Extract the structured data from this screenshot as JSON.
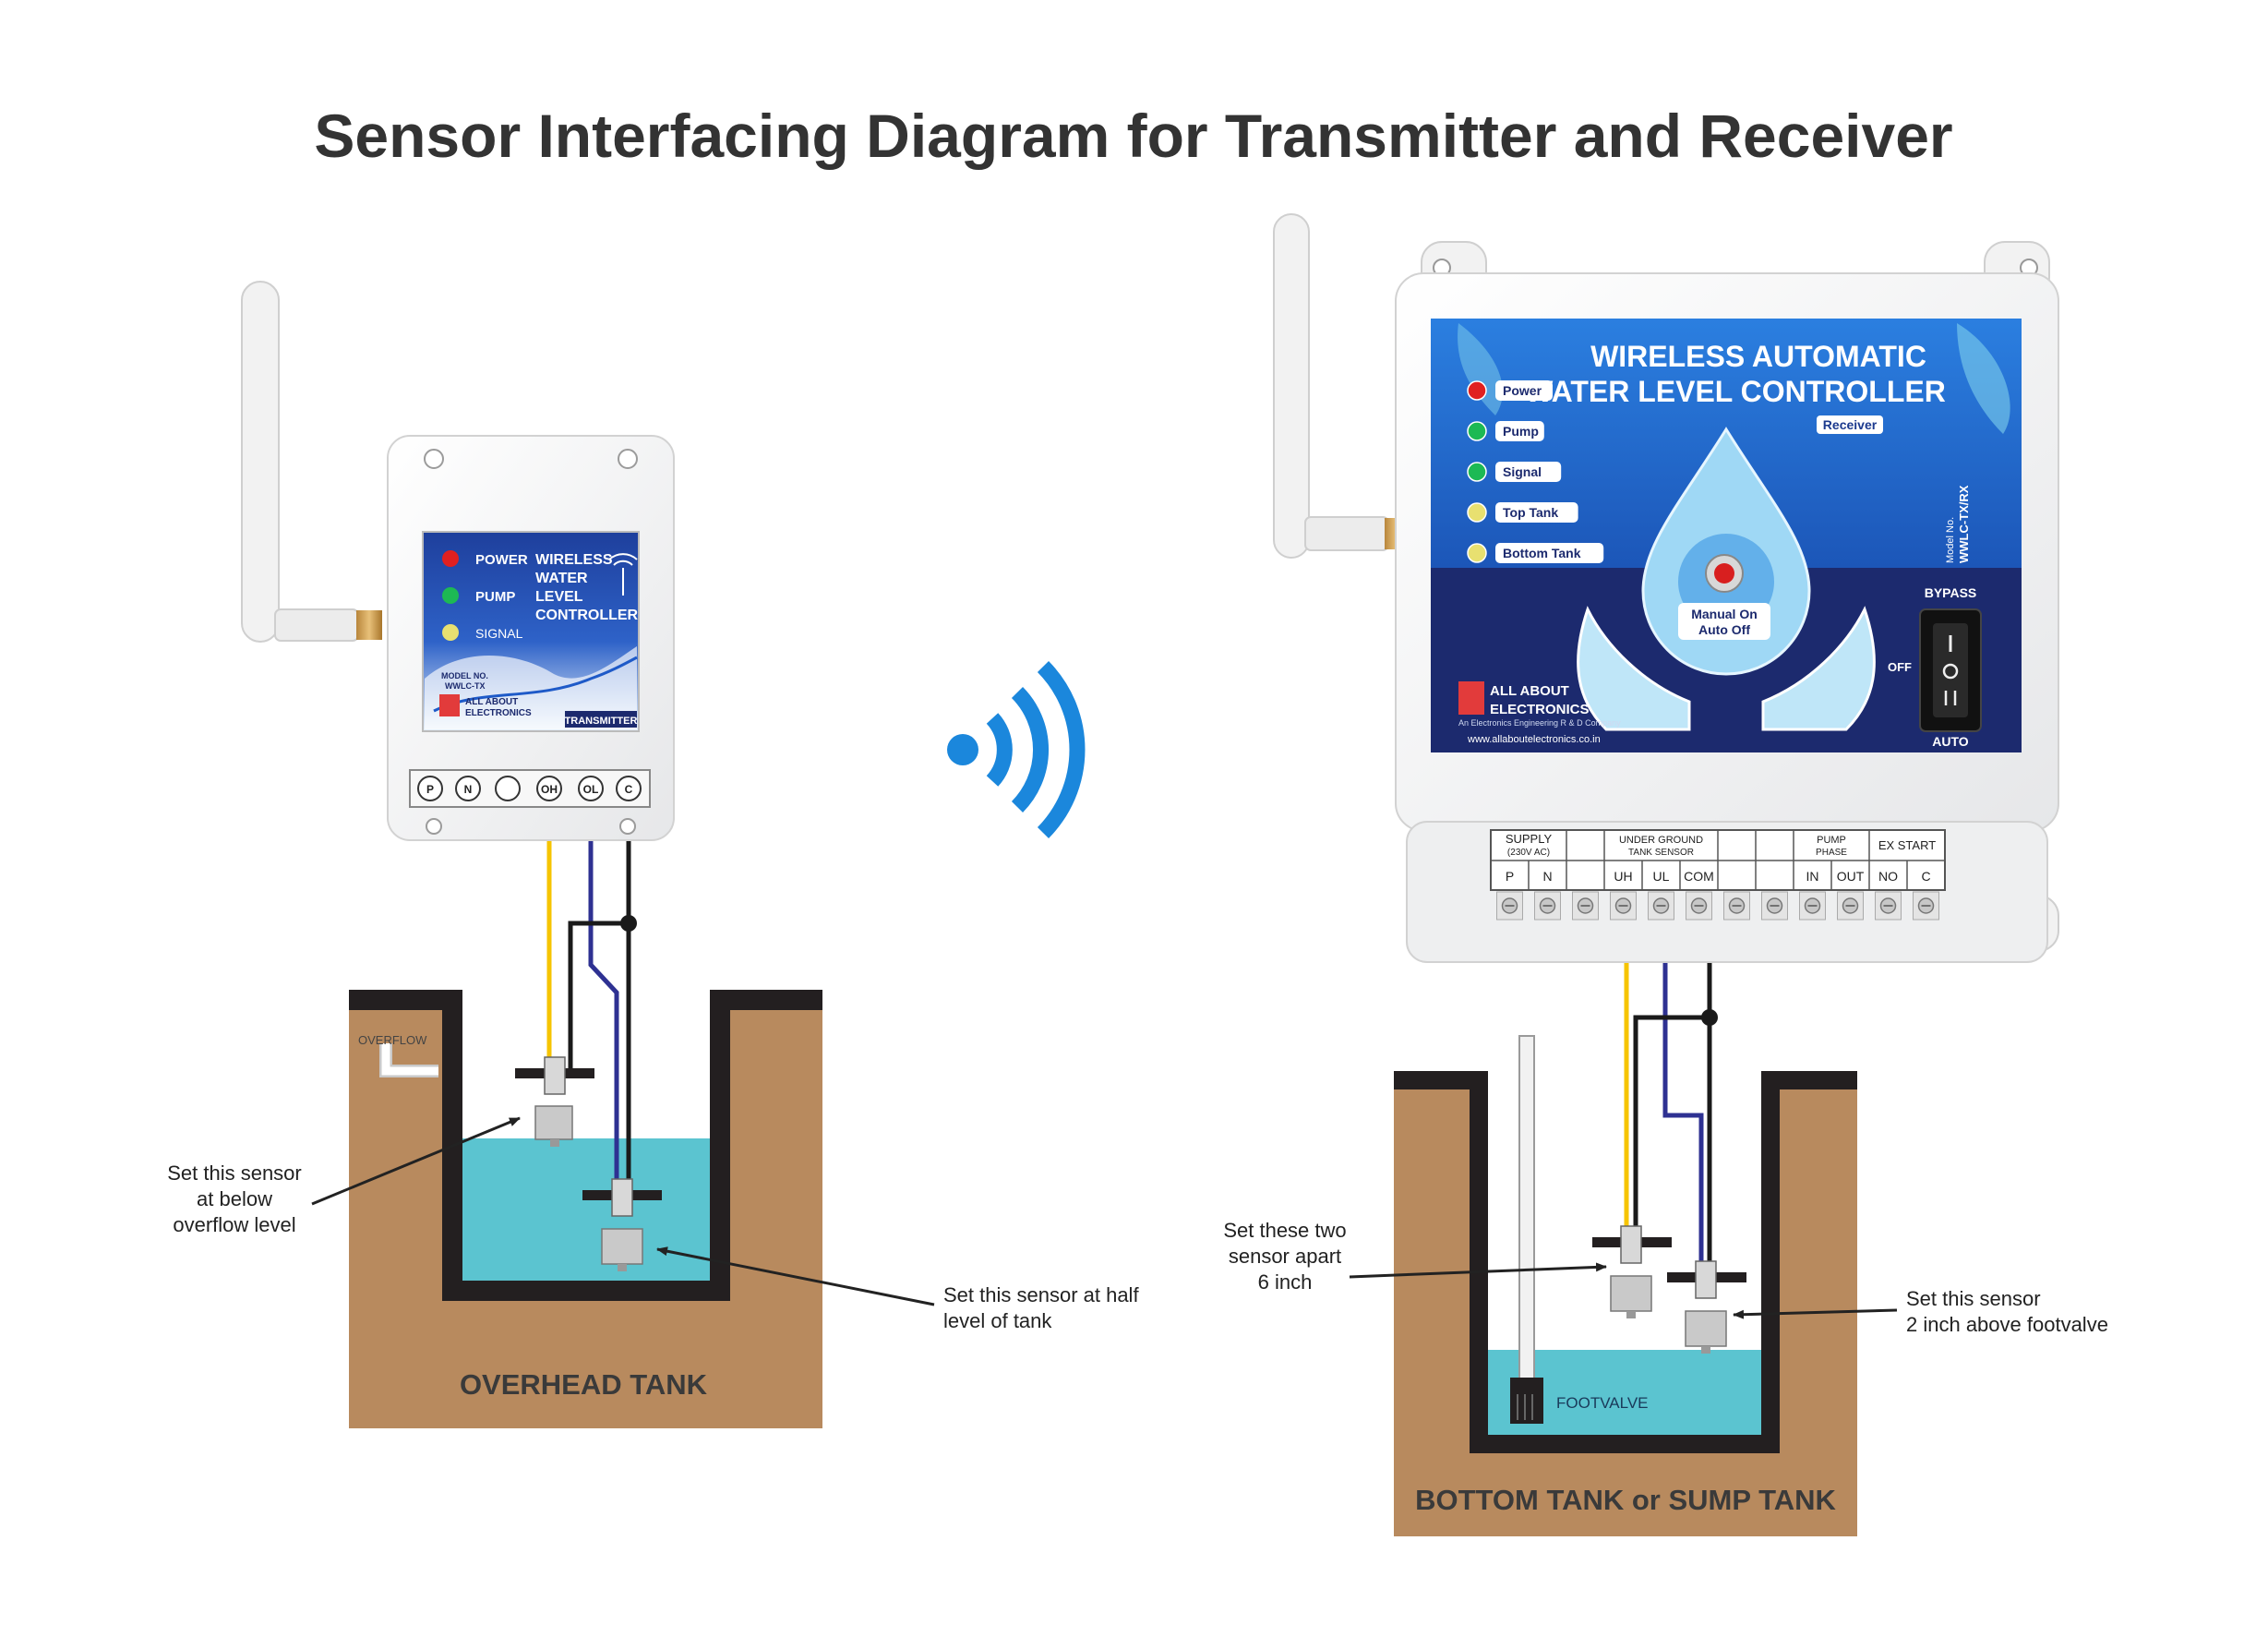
{
  "title": "Sensor Interfacing Diagram for Transmitter and Receiver",
  "colors": {
    "soil": "#b88a5e",
    "water": "#5bc4d0",
    "tank_wall": "#231f20",
    "wire_yellow": "#f6c400",
    "wire_blue": "#2e3192",
    "wire_black": "#1a1a1a",
    "signal_blue": "#1b87dc",
    "panel_blue": "#1f5fc4",
    "panel_navy": "#1c2a6e"
  },
  "transmitter": {
    "indicators": [
      {
        "label": "POWER",
        "color": "#e02020"
      },
      {
        "label": "PUMP",
        "color": "#1db954"
      },
      {
        "label": "SIGNAL",
        "color": "#e8e070"
      }
    ],
    "product_name": [
      "WIRELESS",
      "WATER",
      "LEVEL",
      "CONTROLLER"
    ],
    "model": [
      "MODEL NO.",
      "WWLC-TX"
    ],
    "brand": [
      "ALL ABOUT",
      "ELECTRONICS"
    ],
    "badge": "TRANSMITTER",
    "terminals": [
      "P",
      "N",
      "",
      "OH",
      "OL",
      "C"
    ],
    "antenna_icon": "wifi-tower-icon"
  },
  "receiver": {
    "indicators": [
      {
        "label": "Power",
        "color": "#e02020"
      },
      {
        "label": "Pump",
        "color": "#1db954"
      },
      {
        "label": "Signal",
        "color": "#1db954"
      },
      {
        "label": "Top Tank",
        "color": "#e8e070"
      },
      {
        "label": "Bottom Tank",
        "color": "#e8e070"
      }
    ],
    "product_name": [
      "WIRELESS AUTOMATIC",
      "WATER LEVEL CONTROLLER"
    ],
    "badge": "Receiver",
    "model": [
      "Model No.",
      "WWLC-TX/RX"
    ],
    "button_label": [
      "Manual On",
      "Auto Off"
    ],
    "switch": {
      "top": "BYPASS",
      "middle": "OFF",
      "bottom": "AUTO"
    },
    "brand": [
      "ALL ABOUT",
      "ELECTRONICS"
    ],
    "brand_tagline": "An Electronics Engineering R & D Company",
    "website": "www.allaboutelectronics.co.in",
    "terminal_groups": [
      {
        "label": "SUPPLY",
        "sublabel": "(230V AC)"
      },
      {
        "label": "UNDER GROUND",
        "sublabel": "TANK SENSOR"
      },
      {
        "label": "PUMP",
        "sublabel": "PHASE"
      },
      {
        "label": "EX START",
        "sublabel": ""
      }
    ],
    "terminals": [
      "P",
      "N",
      "",
      "UH",
      "UL",
      "COM",
      "",
      "",
      "IN",
      "OUT",
      "NO",
      "C"
    ]
  },
  "overhead_tank": {
    "label": "OVERHEAD TANK",
    "overflow_label": "OVERFLOW",
    "note_top_sensor": [
      "Set this sensor",
      "at below",
      "overflow level"
    ],
    "note_bottom_sensor": [
      "Set this sensor at half",
      "level of tank"
    ]
  },
  "sump_tank": {
    "label": "BOTTOM TANK or SUMP TANK",
    "footvalve_label": "FOOTVALVE",
    "note_two_sensors": [
      "Set these two",
      "sensor apart",
      "6 inch"
    ],
    "note_low_sensor": [
      "Set this sensor",
      "2 inch above footvalve"
    ]
  }
}
